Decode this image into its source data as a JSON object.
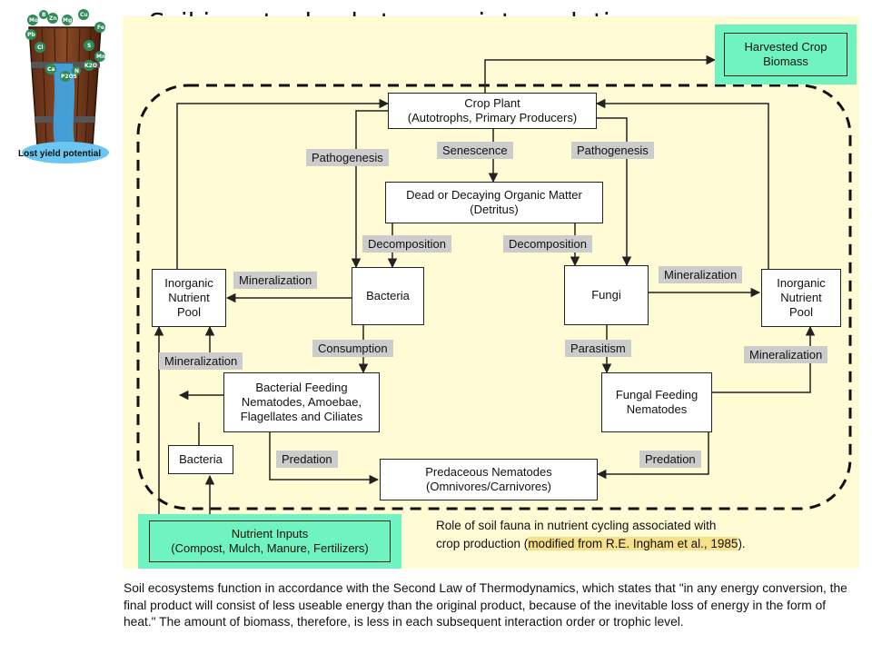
{
  "slide": {
    "title": "Soil is not a bucket many inter-relations…"
  },
  "logo": {
    "caption": "Lost yield potential",
    "nutrients": [
      "Mo",
      "B",
      "Zn",
      "Mg",
      "Cu",
      "Fe",
      "Pb",
      "Cl",
      "S",
      "Mn",
      "Ca",
      "N",
      "K2O",
      "P2O5"
    ]
  },
  "nodes": {
    "harvested": "Harvested Crop\nBiomass",
    "crop_plant": "Crop Plant\n(Autotrophs, Primary Producers)",
    "dead_matter": "Dead or Decaying Organic Matter\n(Detritus)",
    "inorganic_left": "Inorganic\nNutrient\nPool",
    "bacteria_main": "Bacteria",
    "fungi": "Fungi",
    "inorganic_right": "Inorganic\nNutrient\nPool",
    "bacterial_feeding": "Bacterial Feeding\nNematodes, Amoebae,\nFlagellates and Ciliates",
    "fungal_feeding": "Fungal Feeding\nNematodes",
    "bacteria_small": "Bacteria",
    "predaceous": "Predaceous Nematodes\n(Omnivores/Carnivores)",
    "nutrient_inputs": "Nutrient Inputs\n(Compost, Mulch, Manure, Fertilizers)"
  },
  "labels": {
    "pathogenesis_left": "Pathogenesis",
    "senescence": "Senescence",
    "pathogenesis_right": "Pathogenesis",
    "decomposition_left": "Decomposition",
    "decomposition_right": "Decomposition",
    "mineralization_left": "Mineralization",
    "mineralization_right": "Mineralization",
    "consumption": "Consumption",
    "parasitism": "Parasitism",
    "mineralization_lower_left": "Mineralization",
    "mineralization_lower_right": "Mineralization",
    "predation_left": "Predation",
    "predation_right": "Predation"
  },
  "caption": {
    "line1": "Role of soil fauna in nutrient cycling associated with",
    "line2_pre": "crop production (",
    "line2_highlight": "modified from R.E. Ingham et al., 1985",
    "line2_post": ")."
  },
  "bottom_text": "Soil ecosystems function in accordance with the Second Law of Thermodynamics, which states that \"in any energy conversion, the final product will consist of less useable energy than the original product, because of the inevitable loss of energy in the form of heat.\" The amount of biomass, therefore, is less in each subsequent interaction order or trophic level.",
  "colors": {
    "panel": "#fffbd4",
    "green": "#6ff3c0",
    "label_gray": "#cccccc",
    "highlight": "#f7e08a"
  }
}
